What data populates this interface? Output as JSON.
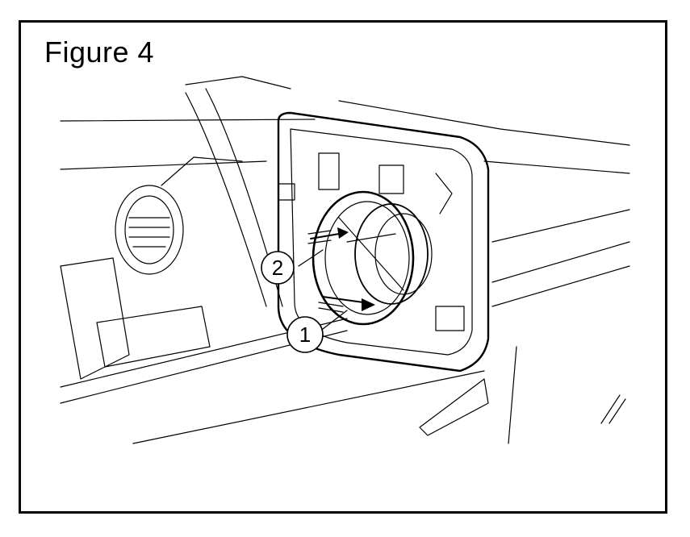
{
  "figure": {
    "title": "Figure 4"
  },
  "callouts": [
    {
      "number": "1"
    },
    {
      "number": "2"
    }
  ],
  "colors": {
    "line": "#000000",
    "background": "#ffffff"
  }
}
